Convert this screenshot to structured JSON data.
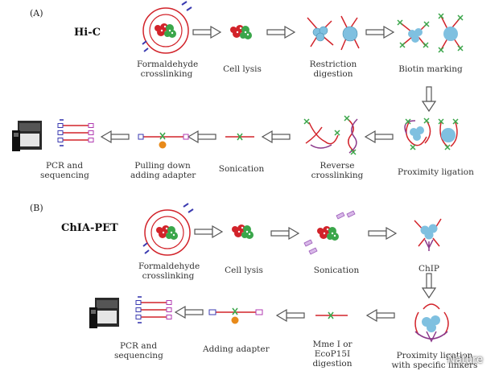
{
  "panelA": {
    "label": "(A)",
    "title": "Hi-C",
    "steps": {
      "formaldehyde": "Formaldehyde\ncrosslinking",
      "lysis": "Cell lysis",
      "restriction": "Restriction\ndigestion",
      "biotin": "Biotin marking",
      "proximity": "Proximity ligation",
      "reverse": "Reverse\ncrosslinking",
      "sonication": "Sonication",
      "pulldown": "Pulling down\nadding adapter",
      "pcr": "PCR and\nsequencing"
    }
  },
  "panelB": {
    "label": "(B)",
    "title": "ChIA-PET",
    "steps": {
      "formaldehyde": "Formaldehyde\ncrosslinking",
      "lysis": "Cell lysis",
      "sonication": "Sonication",
      "chip": "ChIP",
      "proximity": "Proximity ligation\nwith specific linkers",
      "mme": "Mme I or\nEcoP15I\ndigestion",
      "adapter": "Adding adapter",
      "pcr": "PCR and\nsequencing"
    }
  },
  "watermark": "Nature",
  "colors": {
    "dna": "#d2232a",
    "protein": "#7fc0e0",
    "linker": "#8b3a8b",
    "green": "#3aa64a",
    "bead": "#e88a1a"
  }
}
